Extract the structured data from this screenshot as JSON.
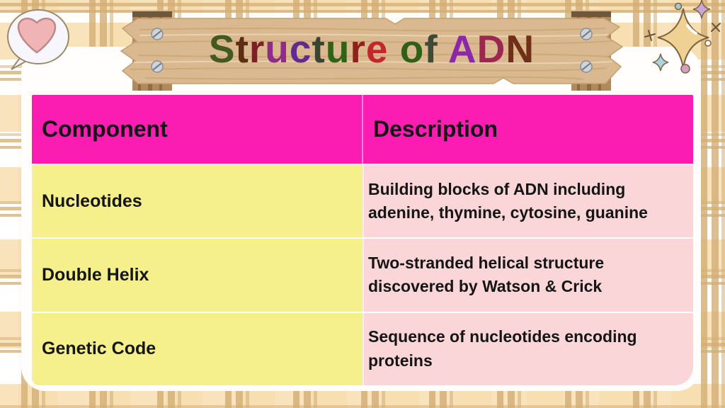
{
  "title": {
    "text": "Structure of ADN",
    "letters": [
      {
        "ch": "S",
        "color": "#44591d"
      },
      {
        "ch": "t",
        "color": "#5d2d14"
      },
      {
        "ch": "r",
        "color": "#7d2025"
      },
      {
        "ch": "u",
        "color": "#8f2b88"
      },
      {
        "ch": "c",
        "color": "#64298f"
      },
      {
        "ch": "t",
        "color": "#3a4430"
      },
      {
        "ch": "u",
        "color": "#2f6416"
      },
      {
        "ch": "r",
        "color": "#8f201c"
      },
      {
        "ch": "e",
        "color": "#c1272d"
      },
      {
        "ch": " ",
        "color": "#000000"
      },
      {
        "ch": "o",
        "color": "#2f6018"
      },
      {
        "ch": "f",
        "color": "#3e4a36"
      },
      {
        "ch": " ",
        "color": "#000000"
      },
      {
        "ch": "A",
        "color": "#8c28a8"
      },
      {
        "ch": "D",
        "color": "#9c2750"
      },
      {
        "ch": "N",
        "color": "#703018"
      }
    ]
  },
  "table": {
    "headers": [
      {
        "label": "Component"
      },
      {
        "label": "Description"
      }
    ],
    "rows": [
      {
        "component": "Nucleotides",
        "description": "Building blocks of ADN including adenine, thymine, cytosine, guanine"
      },
      {
        "component": "Double Helix",
        "description": "Two-stranded helical structure discovered by Watson & Crick"
      },
      {
        "component": "Genetic Code",
        "description": "Sequence of nucleotides encoding proteins"
      }
    ]
  },
  "icons": {
    "speech_bubble": "heart-speech-bubble-icon",
    "sparkle_large": "sparkle-star-icon",
    "sparkle_purple": "sparkle-star-small-purple-icon",
    "sparkle_blue": "sparkle-star-small-blue-icon",
    "screws": "metal-screw-icon"
  },
  "colors": {
    "header_bg": "#fb1db1",
    "component_bg": "#f5f08b",
    "description_bg": "#fad6d8",
    "text": "#151515",
    "panel_bg": "#fffefd",
    "plaid_base": "#fdf6ea",
    "plaid_stripe": "#d3ae74",
    "wood_plank": "#d9b88f",
    "wood_post": "#b18a5b",
    "heart_fill": "#f0b4b6",
    "sparkle_gold": "#efd193"
  }
}
